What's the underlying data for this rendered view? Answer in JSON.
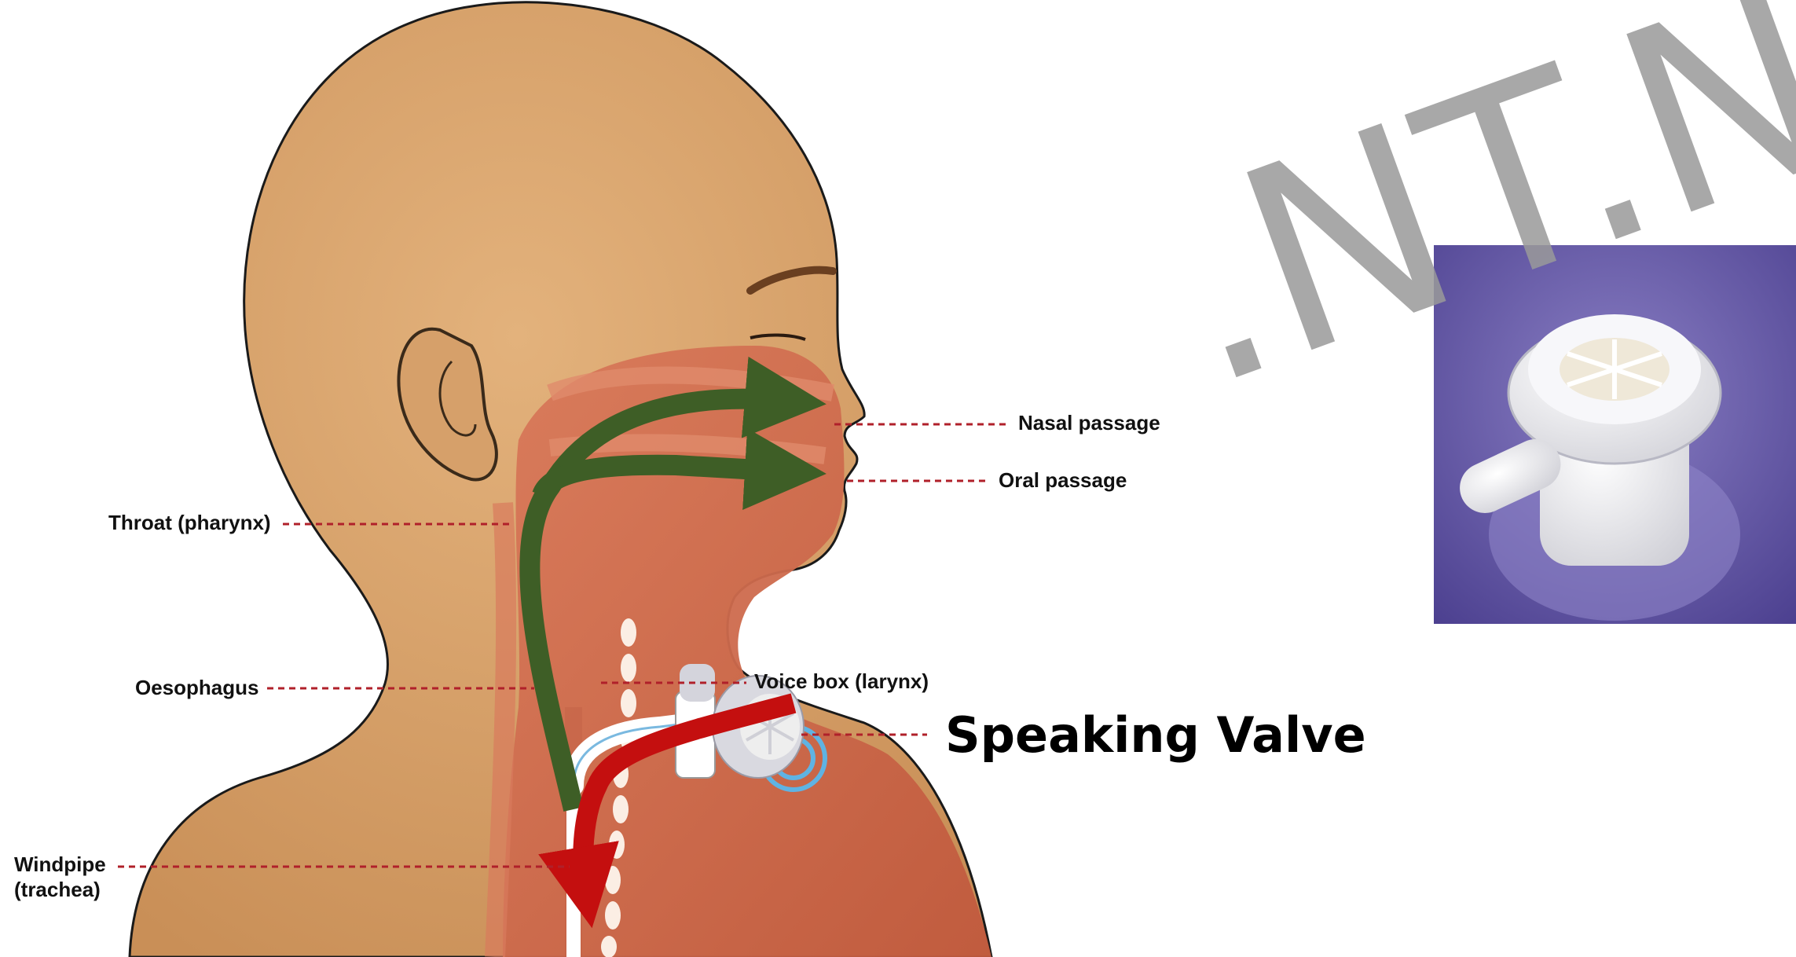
{
  "caption": "",
  "labels": {
    "nasal": "Nasal passage",
    "oral": "Oral passage",
    "throat": "Throat (pharynx)",
    "oesophagus": "Oesophagus",
    "voice_box": "Voice box (larynx)",
    "windpipe_line1": "Windpipe",
    "windpipe_line2": "(trachea)"
  },
  "callout": "Speaking Valve",
  "watermark": ".NT.N",
  "colors": {
    "skin": "#d8a46f",
    "skin_dark": "#c98c55",
    "tissue": "#cf6f4c",
    "airflow_up": "#3e5e26",
    "airflow_down": "#c40f0f",
    "leader_line": "#b0202a",
    "valve_bg": "#6a5aa8"
  },
  "icons": {
    "airflow_up": "green-arrow-icon",
    "airflow_down": "red-arrow-icon",
    "valve": "speaking-valve-icon"
  }
}
